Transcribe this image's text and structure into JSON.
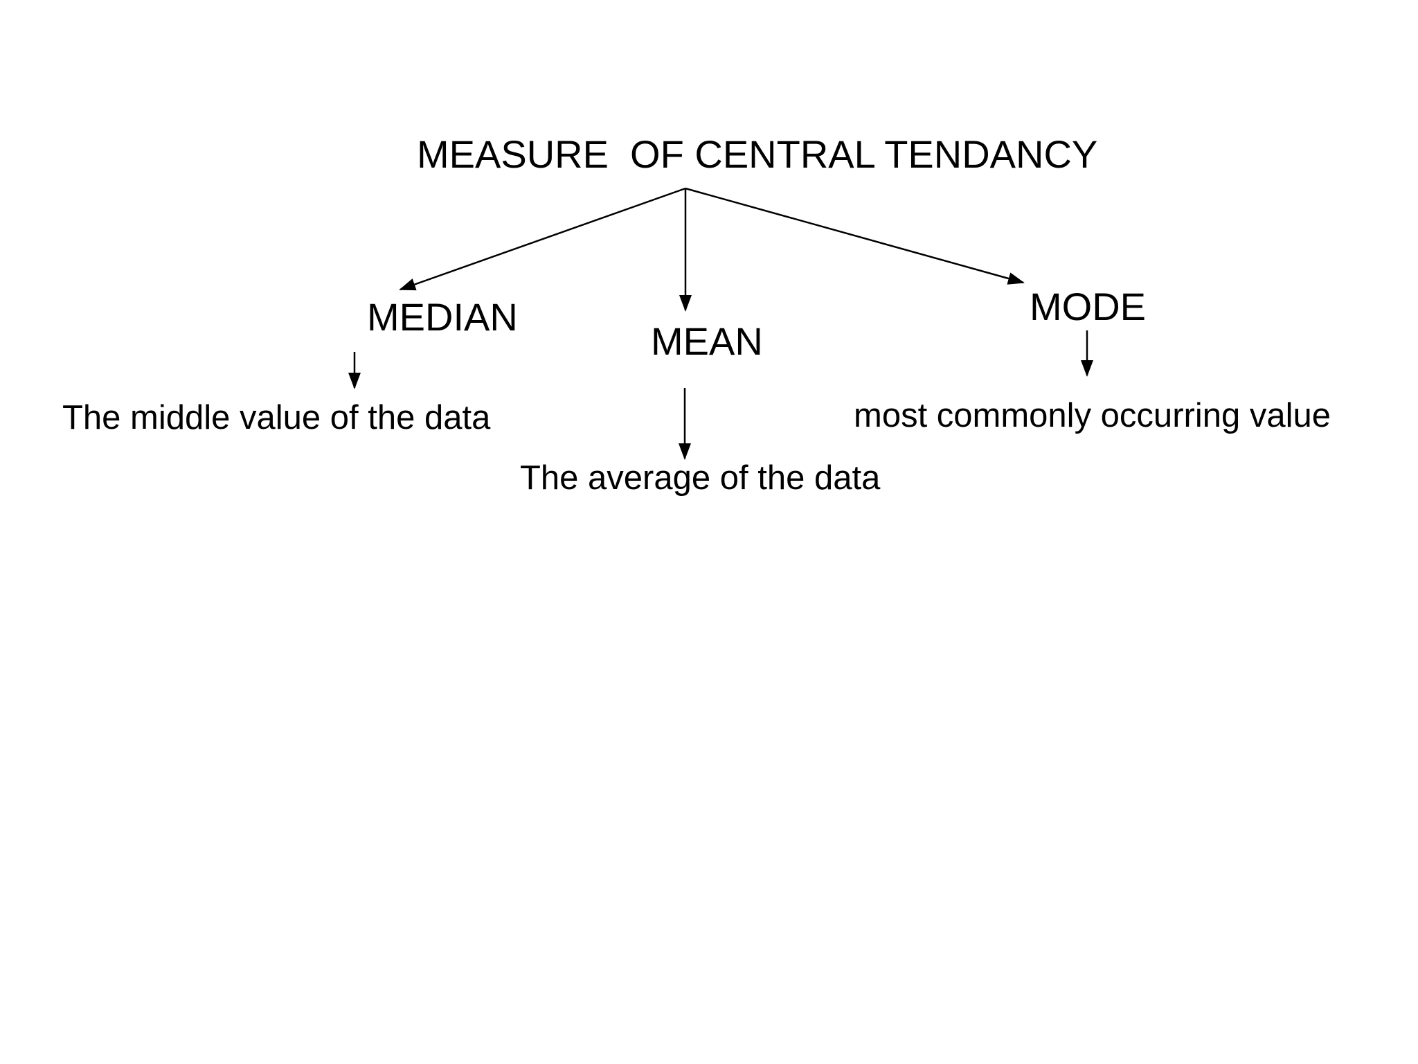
{
  "diagram": {
    "title": "MEASURE  OF CENTRAL TENDANCY",
    "nodes": [
      {
        "id": "median",
        "label": "MEDIAN",
        "description": "The middle value of the data"
      },
      {
        "id": "mean",
        "label": "MEAN",
        "description": "The average of the data"
      },
      {
        "id": "mode",
        "label": "MODE",
        "description": "most commonly occurring value"
      }
    ],
    "colors": {
      "background": "#ffffff",
      "text": "#000000",
      "line": "#000000"
    }
  }
}
